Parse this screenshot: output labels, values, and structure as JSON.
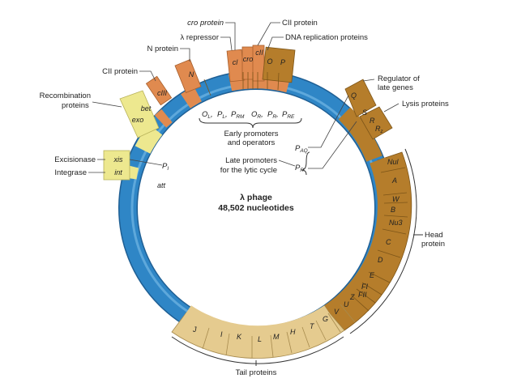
{
  "colors": {
    "ring_blue": "#2f86c6",
    "ring_blue_dark": "#1f5f94",
    "early_orange": "#e08a4f",
    "head_brown": "#b57d2b",
    "tail_tan": "#e5cb8f",
    "recomb_yellow": "#ede88f"
  },
  "title": {
    "line1": "λ phage",
    "line2": "48,502 nucleotides"
  },
  "labels": {
    "cro_protein": "cro protein",
    "lambda_repressor": "λ repressor",
    "n_protein": "N protein",
    "cii_protein_top": "CII protein",
    "dna_replication": "DNA replication proteins",
    "ciii_protein": "CII protein",
    "recombination_1": "Recombination",
    "recombination_2": "proteins",
    "excisionase": "Excisionase",
    "integrase": "Integrase",
    "regulator_1": "Regulator of",
    "regulator_2": "late genes",
    "lysis": "Lysis proteins",
    "early_1": "Early promoters",
    "early_2": "and operators",
    "late_1": "Late promoters",
    "late_2": "for the lytic cycle",
    "head_1": "Head",
    "head_2": "protein",
    "tail": "Tail proteins"
  },
  "genes": {
    "cl": "cl",
    "cro": "cro",
    "cii": "cII",
    "O": "O",
    "P": "P",
    "N": "N",
    "ciii": "cIII",
    "bet": "bet",
    "exo": "exo",
    "xis": "xis",
    "int": "int",
    "att": "att",
    "Q": "Q",
    "S": "S",
    "R": "R",
    "Rz": "R",
    "Rz_sub": "z",
    "Nul": "Nul",
    "A": "A",
    "W": "W",
    "B": "B",
    "Nu3": "Nu3",
    "C": "C",
    "D": "D",
    "E": "E",
    "FI": "FI",
    "FII": "FII",
    "Z": "Z",
    "U": "U",
    "V": "V",
    "G": "G",
    "T": "T",
    "H": "H",
    "M": "M",
    "L": "L",
    "K": "K",
    "I": "I",
    "J": "J"
  },
  "promoters": {
    "OL": "O",
    "OL_sub": "L",
    "PL": "P",
    "PL_sub": "L",
    "PRM": "P",
    "PRM_sub": "RM",
    "OR": "O",
    "OR_sub": "R",
    "PR": "P",
    "PR_sub": "R",
    "PRE": "P",
    "PRE_sub": "RE",
    "PI": "P",
    "PI_sub": "I",
    "PAQ": "P",
    "PAQ_sub": "AQ",
    "PRp": "P",
    "PRp_sub": "R'"
  }
}
